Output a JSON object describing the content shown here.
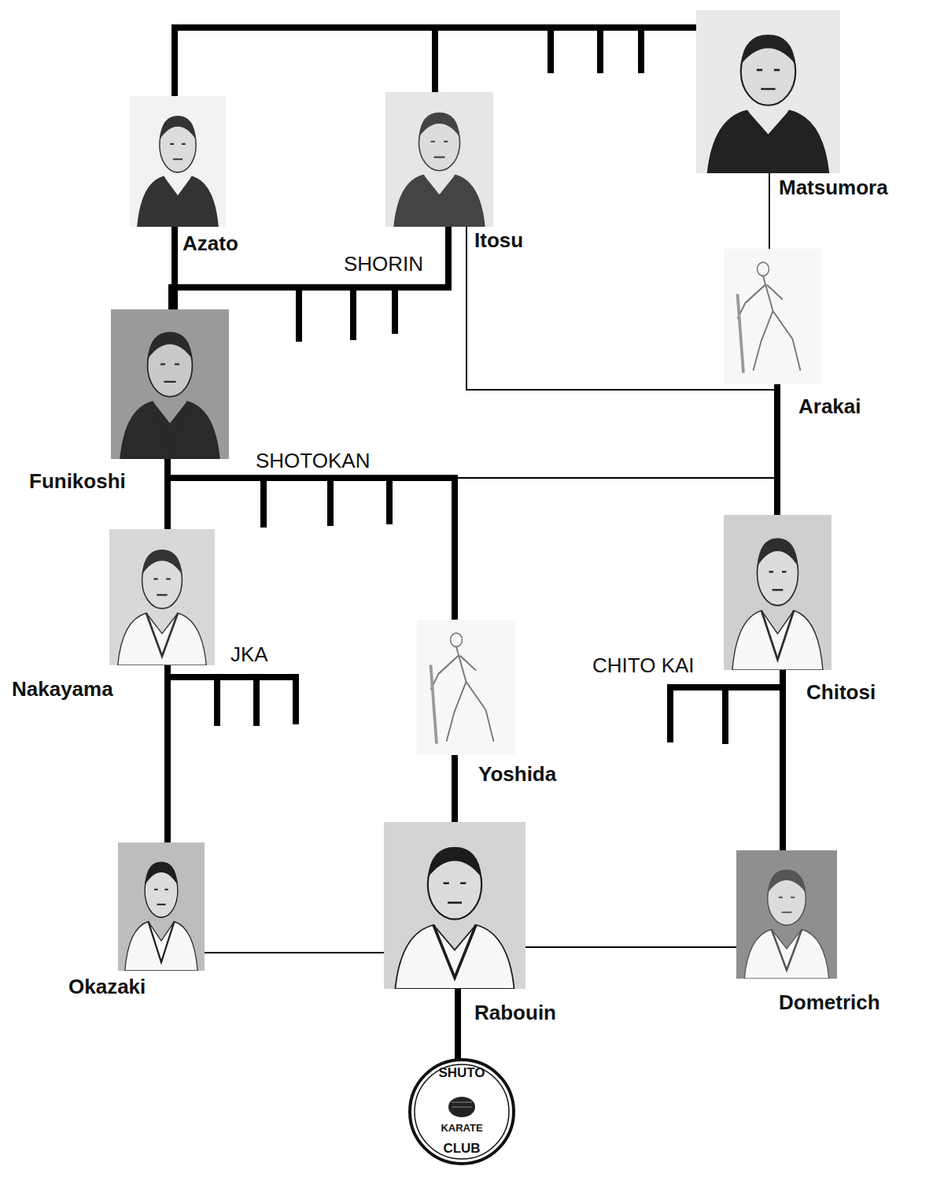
{
  "diagram": {
    "nodes": [
      {
        "text": [
          "Azato"
        ]
      },
      {
        "text": [
          "Itosu"
        ]
      },
      {
        "text": [
          "Matsumora"
        ]
      },
      {
        "text": [
          "Arakai"
        ]
      },
      {
        "text": [
          "Funikoshi"
        ]
      },
      {
        "text": [
          "Nakayama"
        ]
      },
      {
        "text": [
          "Yoshida"
        ]
      },
      {
        "text": [
          "Chitosi"
        ]
      },
      {
        "text": [
          "Okazaki"
        ]
      },
      {
        "text": [
          "Rabouin"
        ]
      },
      {
        "text": [
          "Dometrich"
        ]
      },
      {
        "text": [
          "SHUTO",
          "KARATE",
          "CLUB"
        ]
      }
    ],
    "edges": [
      {
        "from": 0,
        "to": 2,
        "arrow": "none"
      },
      {
        "from": 1,
        "to": 2,
        "arrow": "none"
      },
      {
        "from": 2,
        "to": 3,
        "arrow": "none"
      },
      {
        "from": 0,
        "to": 4,
        "arrow": "none"
      },
      {
        "from": 1,
        "to": 4,
        "arrow": "none"
      },
      {
        "from": 1,
        "to": 3,
        "arrow": "none"
      },
      {
        "from": 3,
        "to": 7,
        "arrow": "none"
      },
      {
        "from": 4,
        "to": 5,
        "arrow": "none"
      },
      {
        "from": 4,
        "to": 6,
        "arrow": "none"
      },
      {
        "from": 3,
        "to": 4,
        "arrow": "none"
      },
      {
        "from": 5,
        "to": 8,
        "arrow": "none"
      },
      {
        "from": 6,
        "to": 9,
        "arrow": "none"
      },
      {
        "from": 7,
        "to": 10,
        "arrow": "none"
      },
      {
        "from": 8,
        "to": 9,
        "arrow": "none"
      },
      {
        "from": 9,
        "to": 10,
        "arrow": "none"
      },
      {
        "from": 9,
        "to": 11,
        "arrow": "none"
      }
    ],
    "labels": [
      "SHORIN",
      "SHOTOKAN",
      "JKA",
      "CHITO KAI"
    ]
  }
}
